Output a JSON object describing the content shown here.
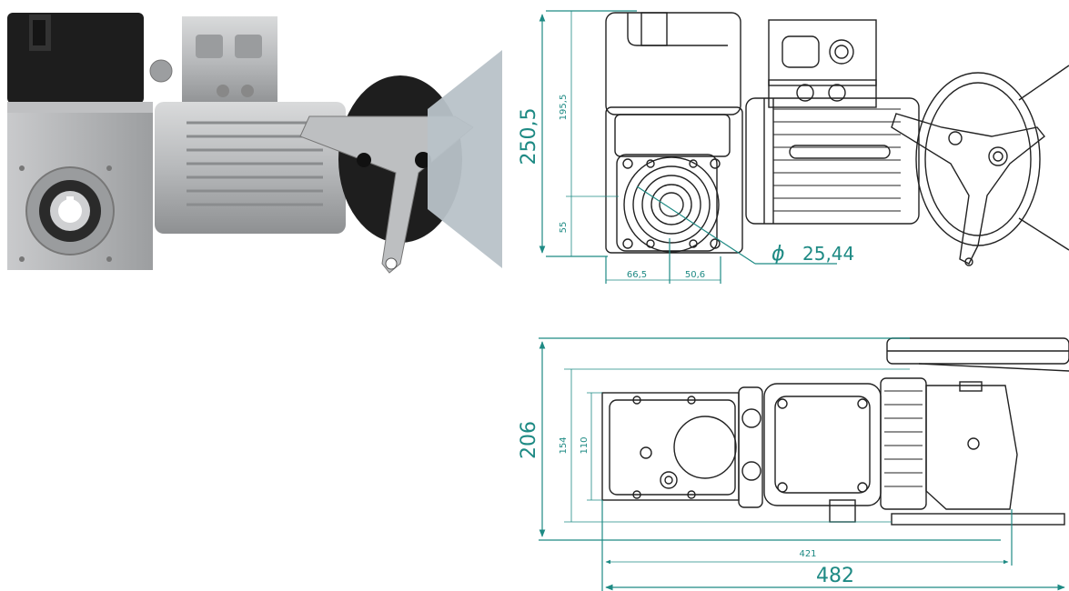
{
  "colors": {
    "dimension": "#1e8a84",
    "line_art": "#222222",
    "photo_dark": "#1c1c1c",
    "photo_metal": "#a9abad",
    "photo_light": "#d6d7d8",
    "guard_plate": "#b8c2c8"
  },
  "dimensions": {
    "front_height_total": "250,5",
    "front_height_upper": "195,5",
    "front_height_lower": "55",
    "front_width_left": "66,5",
    "front_width_right": "50,6",
    "shaft_diameter_symbol": "ϕ",
    "shaft_diameter": "25,44",
    "top_height_total": "206",
    "top_height_mid": "154",
    "top_height_inner": "110",
    "top_length_inner": "421",
    "top_length_total": "482"
  },
  "views": {
    "photo": "product-photo",
    "front": "front-view-drawing",
    "top": "top-view-drawing"
  }
}
